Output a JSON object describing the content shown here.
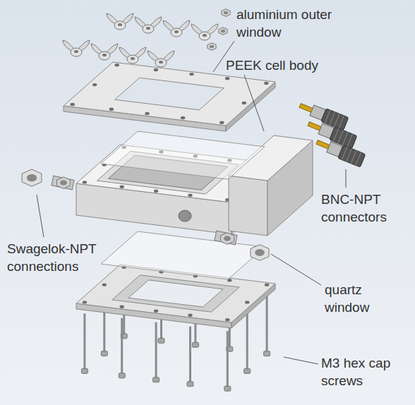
{
  "diagram": {
    "labels": [
      "aluminium outer window",
      "PEEK cell body",
      "BNC-NPT connectors",
      "Swagelok-NPT connections",
      "quartz window",
      "M3 hex cap screws"
    ]
  }
}
